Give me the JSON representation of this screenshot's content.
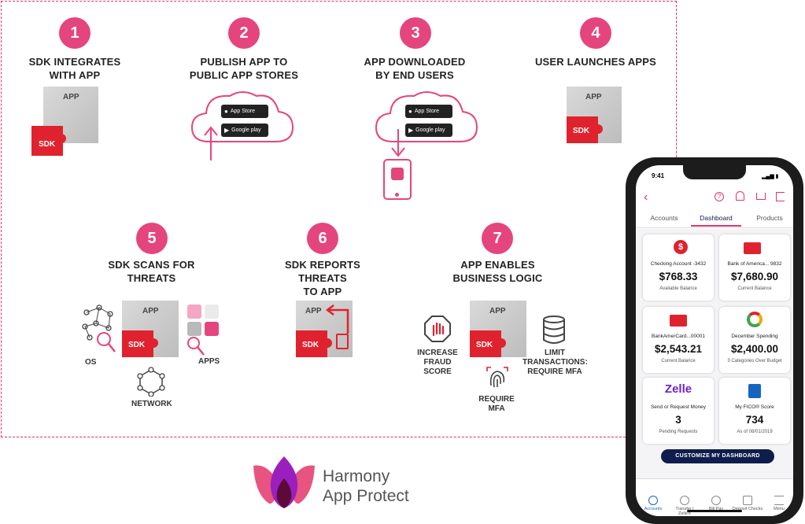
{
  "steps": [
    {
      "num": "1",
      "title_l1": "SDK INTEGRATES",
      "title_l2": "WITH APP"
    },
    {
      "num": "2",
      "title_l1": "PUBLISH APP TO",
      "title_l2": "PUBLIC APP STORES"
    },
    {
      "num": "3",
      "title_l1": "APP DOWNLOADED",
      "title_l2": "BY END USERS"
    },
    {
      "num": "4",
      "title_l1": "USER LAUNCHES APPS",
      "title_l2": ""
    },
    {
      "num": "5",
      "title_l1": "SDK SCANS FOR",
      "title_l2": "THREATS"
    },
    {
      "num": "6",
      "title_l1": "SDK REPORTS THREATS",
      "title_l2": "TO APP"
    },
    {
      "num": "7",
      "title_l1": "APP ENABLES",
      "title_l2": "BUSINESS LOGIC"
    }
  ],
  "labels": {
    "app": "APP",
    "sdk": "SDK",
    "app_store": "App Store",
    "google_play": "Google play",
    "os": "OS",
    "apps": "APPS",
    "network": "NETWORK",
    "increase_l1": "INCREASE",
    "increase_l2": "FRAUD",
    "increase_l3": "SCORE",
    "require_l1": "REQUIRE",
    "require_l2": "MFA",
    "limit_l1": "LIMIT",
    "limit_l2": "TRANSACTIONS:",
    "limit_l3": "REQUIRE MFA"
  },
  "brand": {
    "line1": "Harmony",
    "line2": "App Protect"
  },
  "phone": {
    "time": "9:41",
    "tabs": [
      "Accounts",
      "Dashboard",
      "Products"
    ],
    "tiles": [
      {
        "label": "Checking Account -3432",
        "value": "$768.33",
        "sub": "Available Balance"
      },
      {
        "label": "Bank of America... 9832",
        "value": "$7,680.90",
        "sub": "Current Balance"
      },
      {
        "label": "BankAmerCard...00001",
        "value": "$2,543.21",
        "sub": "Current Balance"
      },
      {
        "label": "December Spending",
        "value": "$2,400.00",
        "sub": "3 Categories Over Budget"
      },
      {
        "label": "Send or Request Money",
        "value": "3",
        "sub": "Pending Requests",
        "logo": "Zelle"
      },
      {
        "label": "My FICO® Score",
        "value": "734",
        "sub": "As of 08/01/2019"
      }
    ],
    "customize_button": "CUSTOMIZE MY DASHBOARD",
    "bottom_nav": [
      "Accounts",
      "Transfer | Zelle®",
      "Bill Pay",
      "Deposit Checks",
      "Menu"
    ]
  },
  "colors": {
    "accent": "#e5457d",
    "red": "#e0222e",
    "navy": "#0f1d4d"
  }
}
